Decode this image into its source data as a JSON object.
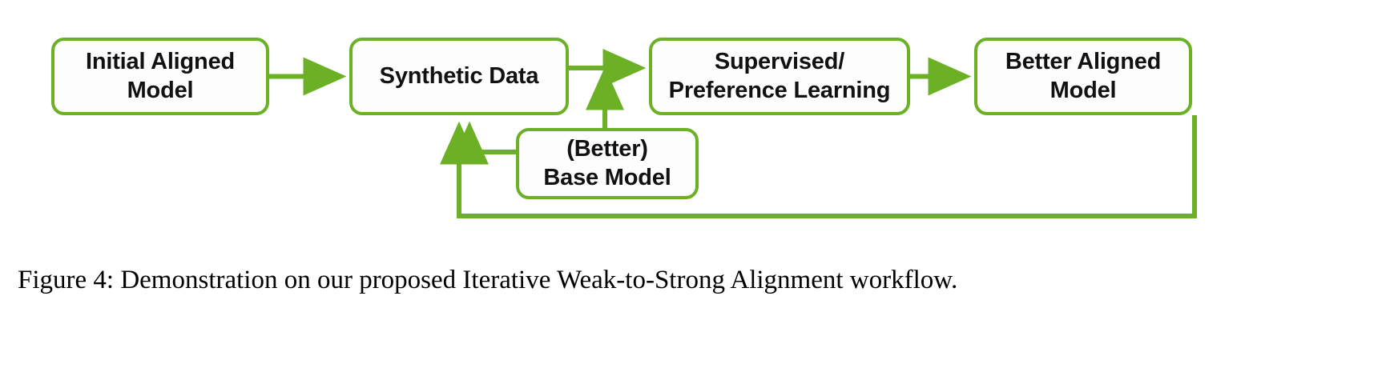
{
  "figure": {
    "caption": "Figure 4: Demonstration on our proposed Iterative Weak-to-Strong Alignment workflow.",
    "accent_color": "#6cb026",
    "node_fill_color": "#fdfdfd",
    "text_color": "#111111",
    "background_color": "#ffffff"
  },
  "diagram": {
    "type": "flowchart",
    "nodes": [
      {
        "id": "initial-aligned-model",
        "label": "Initial Aligned\nModel"
      },
      {
        "id": "synthetic-data",
        "label": "Synthetic Data"
      },
      {
        "id": "supervised-preference-learning",
        "label": "Supervised/\nPreference Learning"
      },
      {
        "id": "better-aligned-model",
        "label": "Better Aligned\nModel"
      },
      {
        "id": "better-base-model",
        "label": "(Better)\nBase Model"
      }
    ],
    "edges": [
      {
        "from": "initial-aligned-model",
        "to": "synthetic-data",
        "style": "arrow"
      },
      {
        "from": "synthetic-data",
        "to": "supervised-preference-learning",
        "style": "arrow"
      },
      {
        "from": "better-base-model",
        "to": "supervised-preference-learning",
        "style": "arrow"
      },
      {
        "from": "better-base-model",
        "to": "synthetic-data",
        "style": "arrow"
      },
      {
        "from": "better-aligned-model",
        "to": "synthetic-data",
        "style": "feedback-loop-arrow"
      },
      {
        "from": "supervised-preference-learning",
        "to": "better-aligned-model",
        "style": "arrow"
      }
    ]
  }
}
